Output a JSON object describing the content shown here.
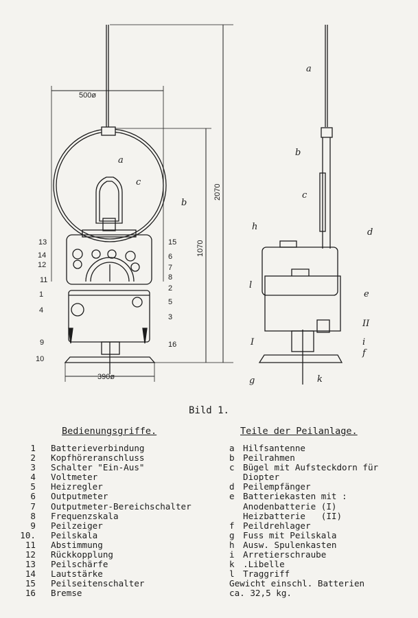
{
  "drawing": {
    "dims": {
      "width": "500ø",
      "base": "390ø",
      "tall": "2070",
      "mid": "1070"
    },
    "front_callouts_left": [
      "13",
      "14",
      "12",
      "11",
      "1",
      "4",
      "9",
      "10"
    ],
    "front_callouts_right": [
      "15",
      "6",
      "7",
      "8",
      "2",
      "5",
      "3",
      "16"
    ],
    "front_letters": [
      "a",
      "c",
      "b"
    ],
    "side_letters": [
      "a",
      "b",
      "c",
      "h",
      "d",
      "l",
      "e",
      "I",
      "II",
      "i",
      "f",
      "g",
      "k"
    ]
  },
  "caption": "Bild 1.",
  "controls": {
    "heading": "Bedienungsgriffe.",
    "items": [
      {
        "n": "1",
        "t": "Batterieverbindung"
      },
      {
        "n": "2",
        "t": "Kopfhöreranschluss"
      },
      {
        "n": "3",
        "t": "Schalter \"Ein-Aus\""
      },
      {
        "n": "4",
        "t": "Voltmeter"
      },
      {
        "n": "5",
        "t": "Heizregler"
      },
      {
        "n": "6",
        "t": "Outputmeter"
      },
      {
        "n": "7",
        "t": "Outputmeter-Bereichschalter"
      },
      {
        "n": "8",
        "t": "Frequenzskala"
      },
      {
        "n": "9",
        "t": "Peilzeiger"
      },
      {
        "n": "10.",
        "t": "Peilskala"
      },
      {
        "n": "11",
        "t": "Abstimmung"
      },
      {
        "n": "12",
        "t": "Rückkopplung"
      },
      {
        "n": "13",
        "t": "Peilschärfe"
      },
      {
        "n": "14",
        "t": "Lautstärke"
      },
      {
        "n": "15",
        "t": "Peilseitenschalter"
      },
      {
        "n": "16",
        "t": "Bremse"
      }
    ]
  },
  "parts": {
    "heading": "Teile der Peilanlage.",
    "items": [
      {
        "n": "a",
        "t": "Hilfsantenne"
      },
      {
        "n": "b",
        "t": "Peilrahmen"
      },
      {
        "n": "c",
        "t": "Bügel mit Aufsteckdorn für"
      },
      {
        "n": "",
        "t": "Diopter"
      },
      {
        "n": "d",
        "t": "Peilempfänger"
      },
      {
        "n": "e",
        "t": "Batteriekasten mit :"
      },
      {
        "n": "",
        "t": "Anodenbatterie (I)"
      },
      {
        "n": "",
        "t": "Heizbatterie   (II)"
      },
      {
        "n": "f",
        "t": "Peildrehlager"
      },
      {
        "n": "g",
        "t": "Fuss mit Peilskala"
      },
      {
        "n": "h",
        "t": "Ausw. Spulenkasten"
      },
      {
        "n": "i",
        "t": "Arretierschraube"
      },
      {
        "n": "k",
        "t": ".Libelle"
      },
      {
        "n": "l",
        "t": "Traggriff"
      }
    ],
    "weight_note_1": "Gewicht einschl. Batterien",
    "weight_note_2": "ca. 32,5 kg."
  }
}
